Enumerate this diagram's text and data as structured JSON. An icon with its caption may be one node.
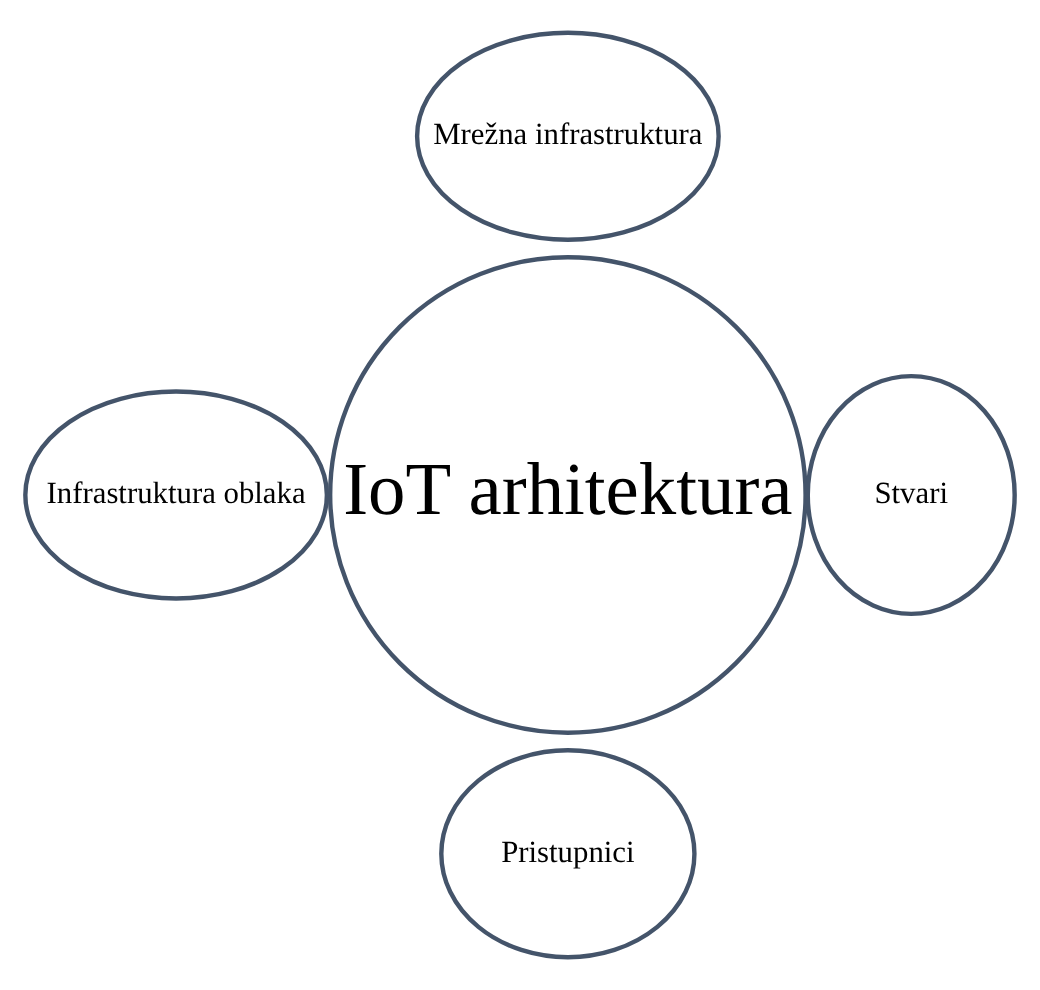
{
  "diagram": {
    "nodes": [
      {
        "text": [
          "Mrežna infrastruktura"
        ]
      },
      {
        "text": [
          "Infrastruktura oblaka"
        ]
      },
      {
        "text": [
          "IoT arhitektura"
        ]
      },
      {
        "text": [
          "Stvari"
        ]
      },
      {
        "text": [
          "Pristupnici"
        ]
      }
    ]
  }
}
